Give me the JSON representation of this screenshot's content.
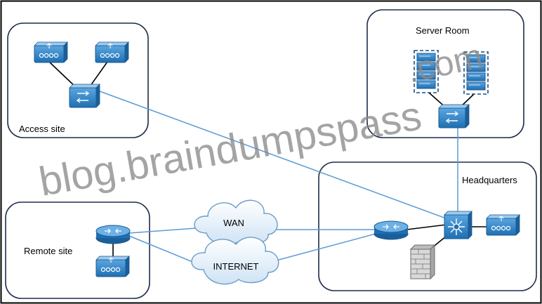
{
  "sites": {
    "access": "Access site",
    "server_room": "Server Room",
    "headquarters": "Headquarters",
    "remote": "Remote site"
  },
  "clouds": {
    "wan": "WAN",
    "internet": "INTERNET"
  },
  "watermark": {
    "line1": "blog.braindumpspass",
    "line2": ".com"
  },
  "colors": {
    "device_blue": "#2b7fc4",
    "link_blue": "#5b9bd5",
    "box_navy": "#1f2d4a",
    "cloud_fill": "#e6f1fb"
  }
}
